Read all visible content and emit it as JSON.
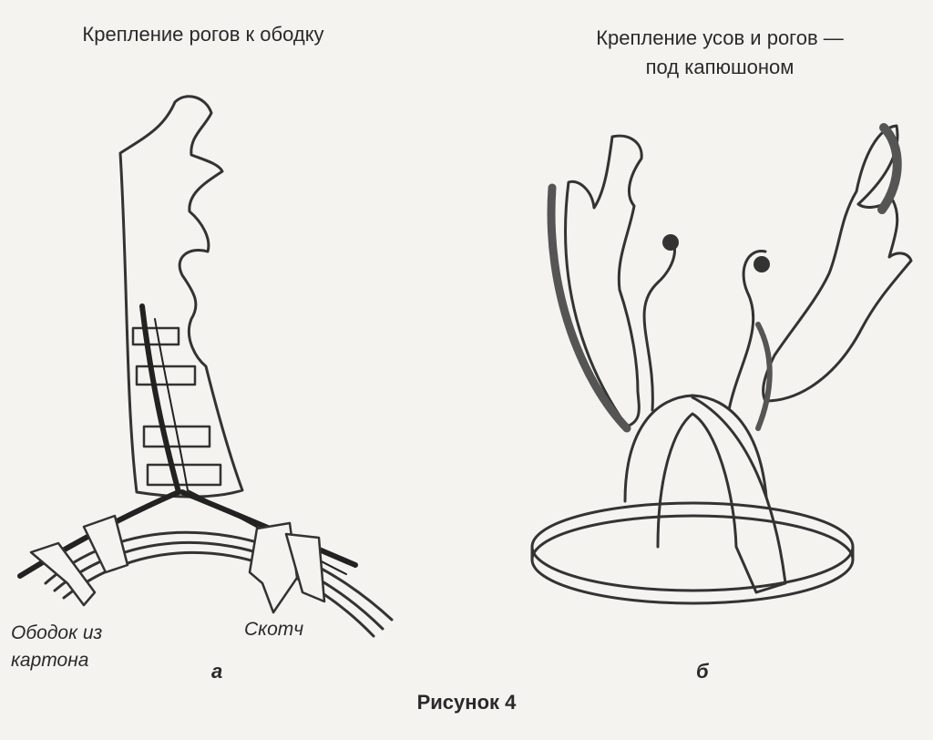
{
  "captions": {
    "left": "Крепление рогов к ободку",
    "right_line1": "Крепление усов и рогов —",
    "right_line2": "под капюшоном"
  },
  "labels": {
    "rim_line1": "Ободок из",
    "rim_line2": "картона",
    "tape": "Скотч"
  },
  "figure_letters": {
    "a": "а",
    "b": "б"
  },
  "figure_title": "Рисунок 4"
}
